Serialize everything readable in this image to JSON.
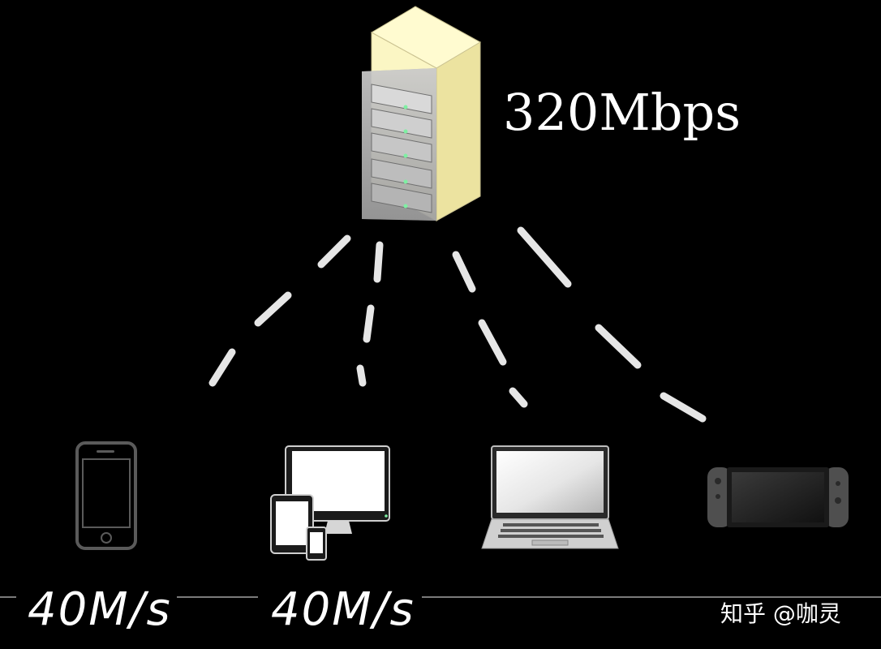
{
  "server": {
    "icon": "server-rack-icon",
    "bandwidth": "320Mbps"
  },
  "devices": [
    {
      "name": "smartphone",
      "icon": "smartphone-icon",
      "speed_label": "40M/s"
    },
    {
      "name": "desktop-tablet-phone",
      "icon": "desktop-devices-icon",
      "speed_label": "40M/s"
    },
    {
      "name": "laptop",
      "icon": "laptop-icon",
      "speed_label": ""
    },
    {
      "name": "game-console",
      "icon": "game-console-icon",
      "speed_label": ""
    }
  ],
  "watermark": "知乎 @咖灵",
  "colors": {
    "background": "#000000",
    "server_front": "#fffbd0",
    "server_side": "#efe7a6",
    "connection_line": "#e6e6e6",
    "text": "#ffffff"
  }
}
